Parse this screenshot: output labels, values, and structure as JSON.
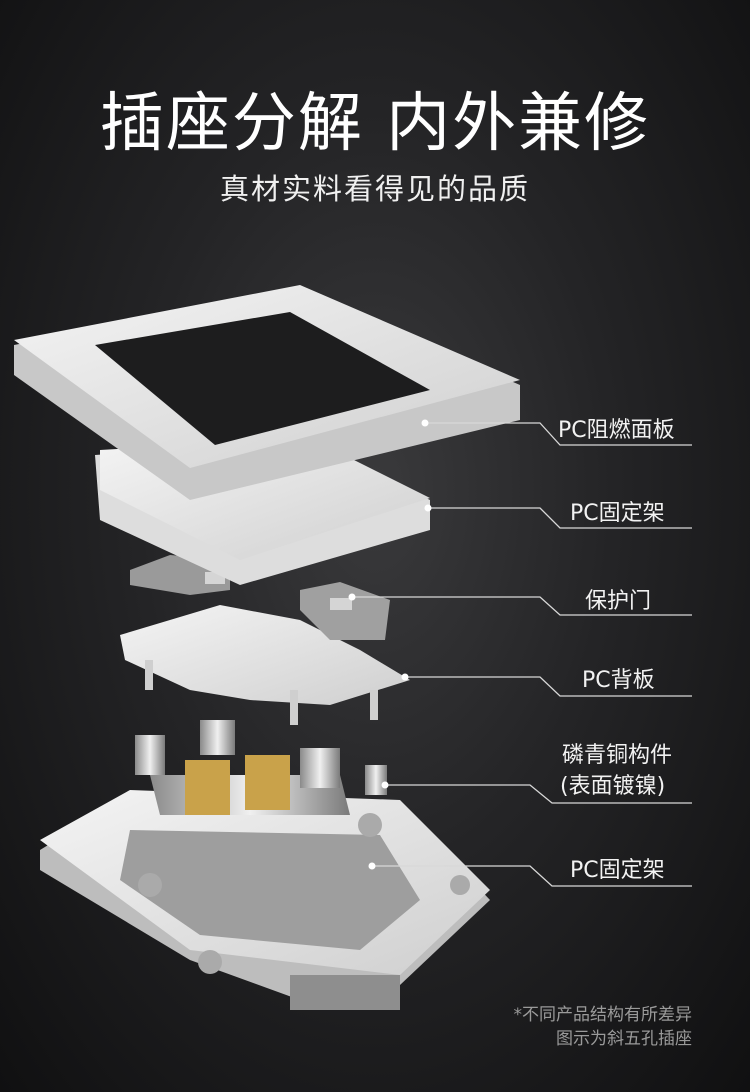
{
  "header": {
    "title": "插座分解 内外兼修",
    "subtitle": "真材实料看得见的品质"
  },
  "callouts": [
    {
      "label": "PC阻燃面板"
    },
    {
      "label": "PC固定架"
    },
    {
      "label": "保护门"
    },
    {
      "label": "PC背板"
    },
    {
      "label_line1": "磷青铜构件",
      "label_line2": "(表面镀镍)"
    },
    {
      "label": "PC固定架"
    }
  ],
  "footnote": {
    "line1": "*不同产品结构有所差异",
    "line2": "图示为斜五孔插座"
  },
  "colors": {
    "background": "#242426",
    "part": "#e6e6e6",
    "callout_line": "#d8d8d8",
    "copper": "#c9a24a"
  }
}
